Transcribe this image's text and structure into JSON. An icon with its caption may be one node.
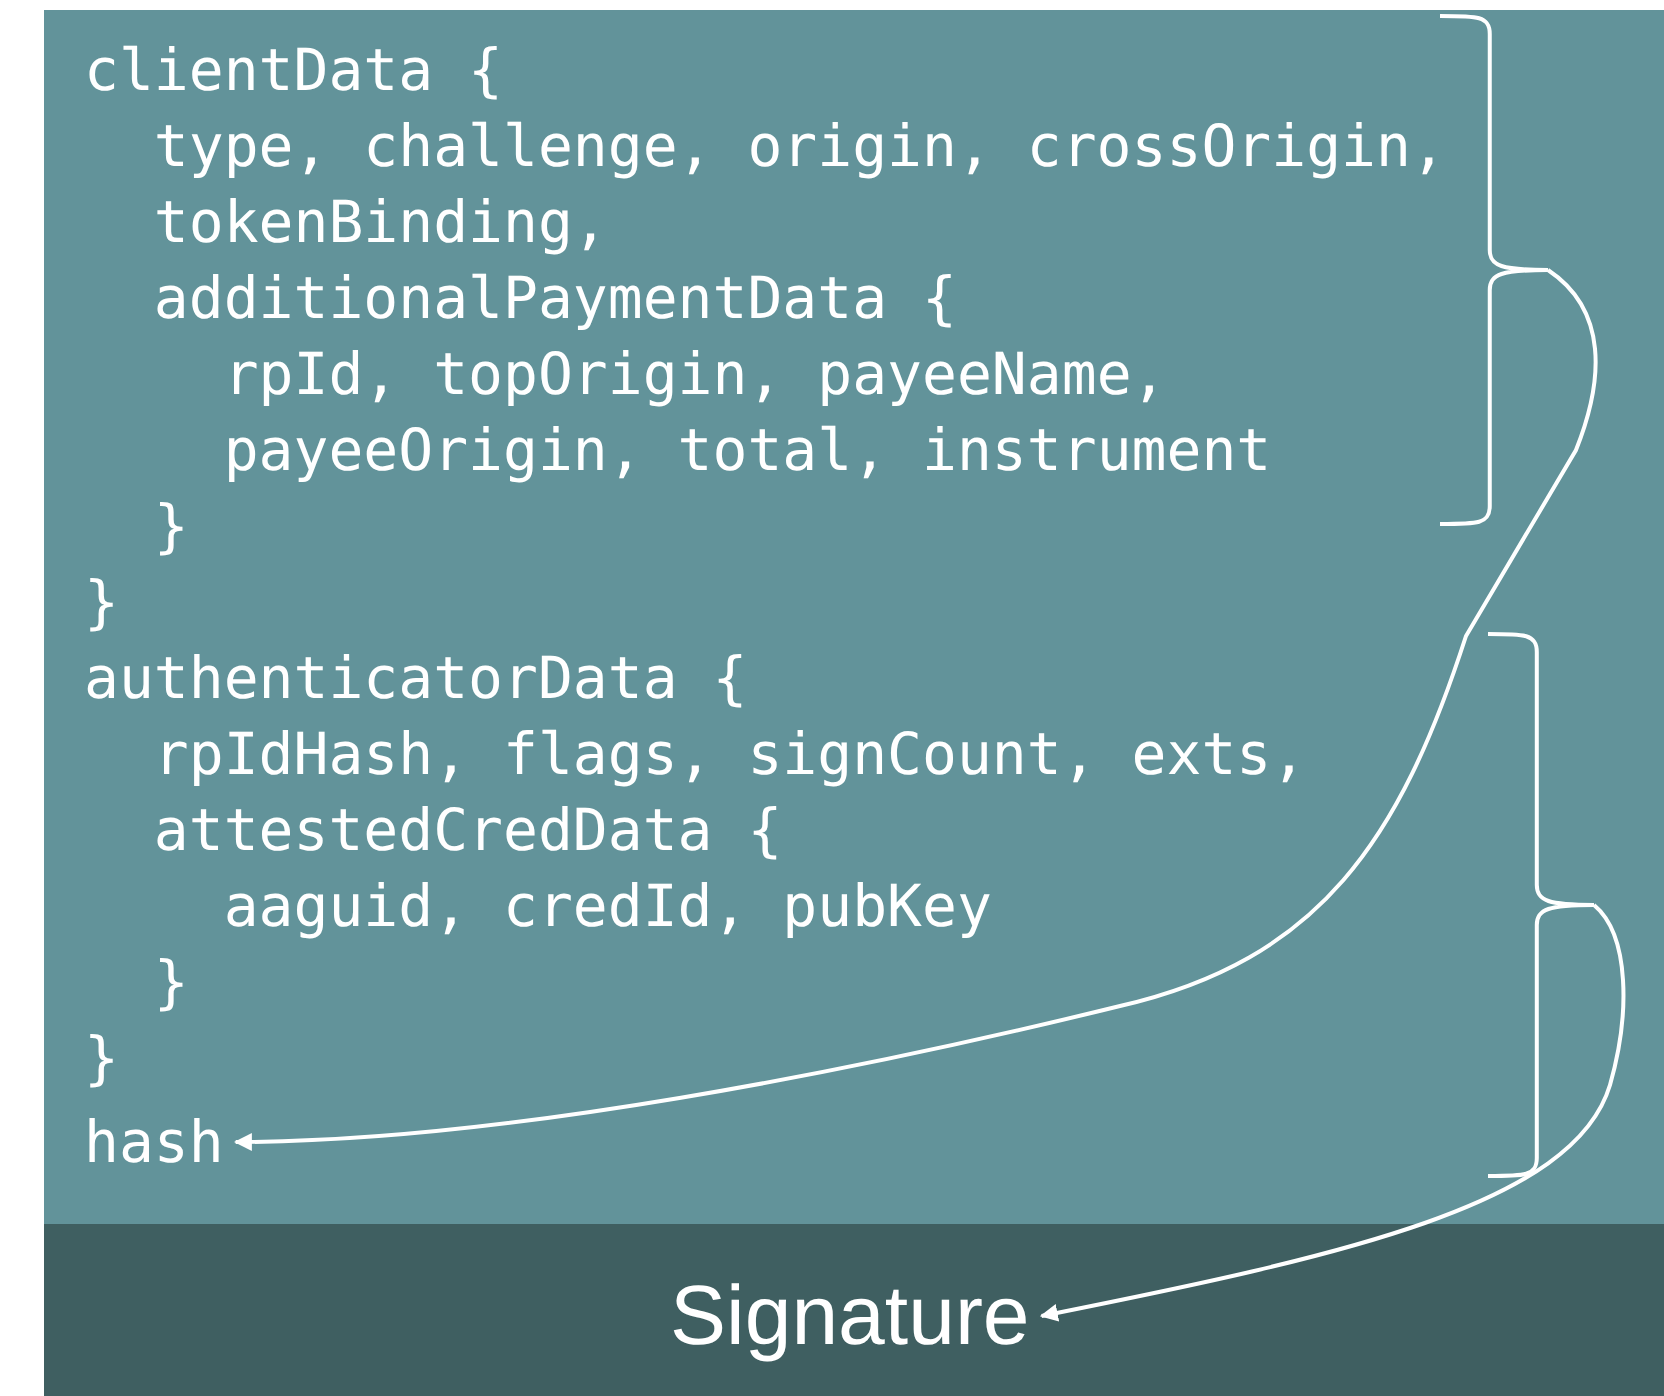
{
  "diagram": {
    "nodes": [
      {
        "text": [
          "clientData {",
          "type, challenge, origin, crossOrigin,",
          "tokenBinding,",
          "additionalPaymentData {",
          "rpId, topOrigin, payeeName,",
          "payeeOrigin, total, instrument",
          "}",
          "}"
        ]
      },
      {
        "text": [
          "authenticatorData {",
          "rpIdHash, flags, signCount, exts,",
          "attestedCredData {",
          "aaguid, credId, pubKey",
          "}",
          "}"
        ]
      },
      {
        "text": [
          "hash"
        ]
      },
      {
        "text": [
          "Signature"
        ]
      },
      {
        "text": [],
        "shape": "brace"
      },
      {
        "text": [],
        "shape": "brace"
      }
    ],
    "edges": [
      {
        "from": 4,
        "to": 2,
        "arrow": "to"
      },
      {
        "from": 5,
        "to": 3,
        "arrow": "to"
      }
    ]
  }
}
